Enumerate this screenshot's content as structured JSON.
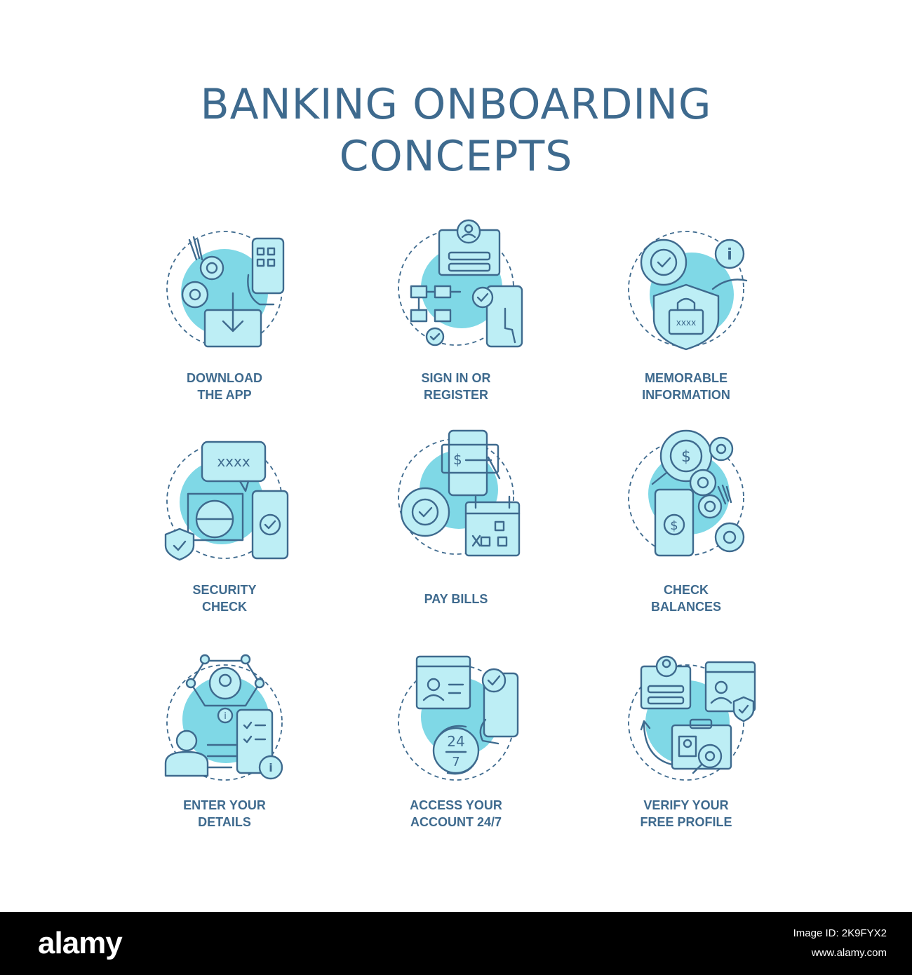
{
  "page": {
    "title_line1": "BANKING ONBOARDING",
    "title_line2": "CONCEPTS"
  },
  "colors": {
    "text": "#3e6a8e",
    "accent_fill": "#7fd8e6",
    "light_fill": "#bdeef5",
    "footer_bg": "#000000"
  },
  "concepts": [
    {
      "line1": "DOWNLOAD",
      "line2": "THE APP",
      "icon": "download-app-icon"
    },
    {
      "line1": "SIGN IN OR",
      "line2": "REGISTER",
      "icon": "sign-in-register-icon"
    },
    {
      "line1": "MEMORABLE",
      "line2": "INFORMATION",
      "icon": "memorable-information-icon"
    },
    {
      "line1": "SECURITY",
      "line2": "CHECK",
      "icon": "security-check-icon"
    },
    {
      "line1": "PAY BILLS",
      "line2": "",
      "icon": "pay-bills-icon"
    },
    {
      "line1": "CHECK",
      "line2": "BALANCES",
      "icon": "check-balances-icon"
    },
    {
      "line1": "ENTER YOUR",
      "line2": "DETAILS",
      "icon": "enter-details-icon"
    },
    {
      "line1": "ACCESS YOUR",
      "line2": "ACCOUNT 24/7",
      "icon": "access-account-247-icon"
    },
    {
      "line1": "VERIFY YOUR",
      "line2": "FREE PROFILE",
      "icon": "verify-profile-icon"
    }
  ],
  "icon_text": {
    "clock_top": "24",
    "clock_bottom": "7",
    "code_mask": "xxxx",
    "dollar": "$",
    "info": "i"
  },
  "footer": {
    "brand": "alamy",
    "image_id": "Image ID: 2K9FYX2",
    "url": "www.alamy.com"
  }
}
